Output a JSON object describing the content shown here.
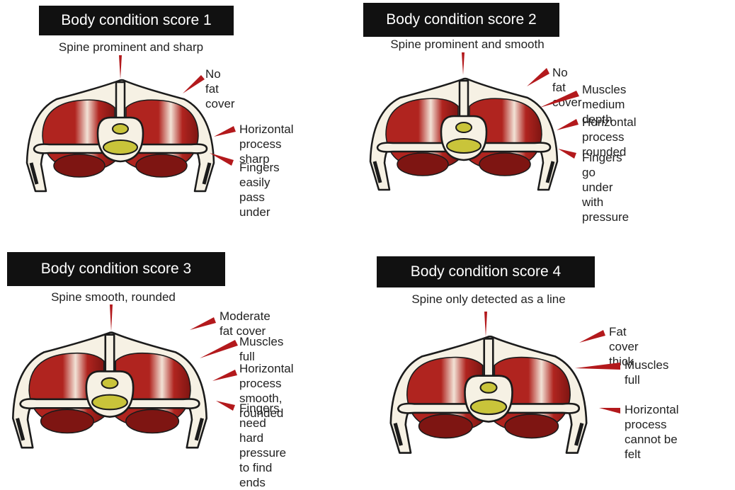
{
  "panels": [
    {
      "title": "Body condition score 1",
      "spine": "Spine prominent and sharp",
      "labels": [
        "No fat cover",
        "Horizontal process\nsharp",
        "Fingers easily\npass under"
      ]
    },
    {
      "title": "Body condition score 2",
      "spine": "Spine prominent and smooth",
      "labels": [
        "No fat cover",
        "Muscles medium\ndepth",
        "Horizontal process\nrounded",
        "Fingers go under\nwith pressure"
      ]
    },
    {
      "title": "Body condition score 3",
      "spine": "Spine smooth, rounded",
      "labels": [
        "Moderate fat cover",
        "Muscles full",
        "Horizontal process\nsmooth, rounded",
        "Fingers need hard\npressure to find\nends"
      ]
    },
    {
      "title": "Body condition score 4",
      "spine": "Spine only detected as a line",
      "labels": [
        "Fat cover thick",
        "Muscles full",
        "Horizontal process\ncannot be felt"
      ]
    }
  ],
  "colors": {
    "title_bg": "#111111",
    "muscle": "#b0241f",
    "muscle_dark": "#7e1512",
    "bone": "#f6f1e4",
    "outline": "#1b1b1b",
    "arrow": "#b3191c",
    "nucleus": "#c9c43a"
  }
}
